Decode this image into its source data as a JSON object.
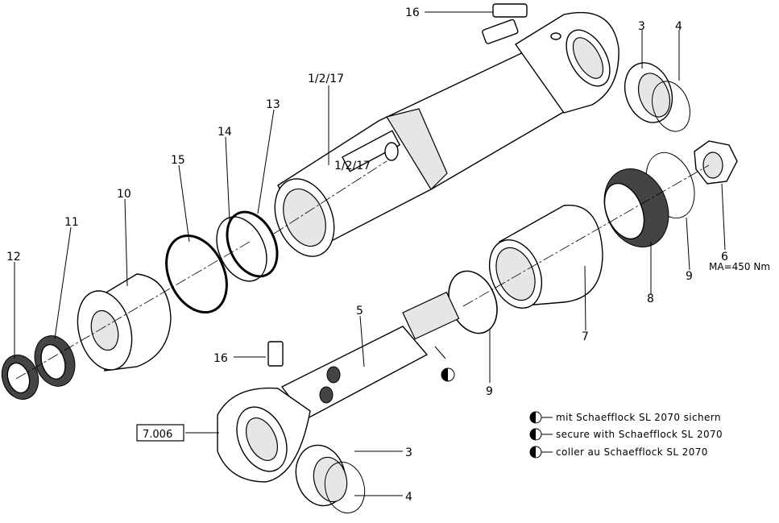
{
  "callouts": {
    "c16a": "16",
    "c3a": "3",
    "c4a": "4",
    "c1217": "1/2/17",
    "c13": "13",
    "c14": "14",
    "c15": "15",
    "c10": "10",
    "c11": "11",
    "c12": "12",
    "c6": "6",
    "torque": "MA=450  Nm",
    "c9a": "9",
    "c8": "8",
    "c7": "7",
    "c5": "5",
    "c9b": "9",
    "c16b": "16",
    "c3b": "3",
    "c4b": "4",
    "ref": "7.006"
  },
  "legend": [
    "mit Schaefflock SL 2070 sichern",
    "secure with Schaefflock SL 2070",
    "coller au Schaefflock SL 2070"
  ]
}
